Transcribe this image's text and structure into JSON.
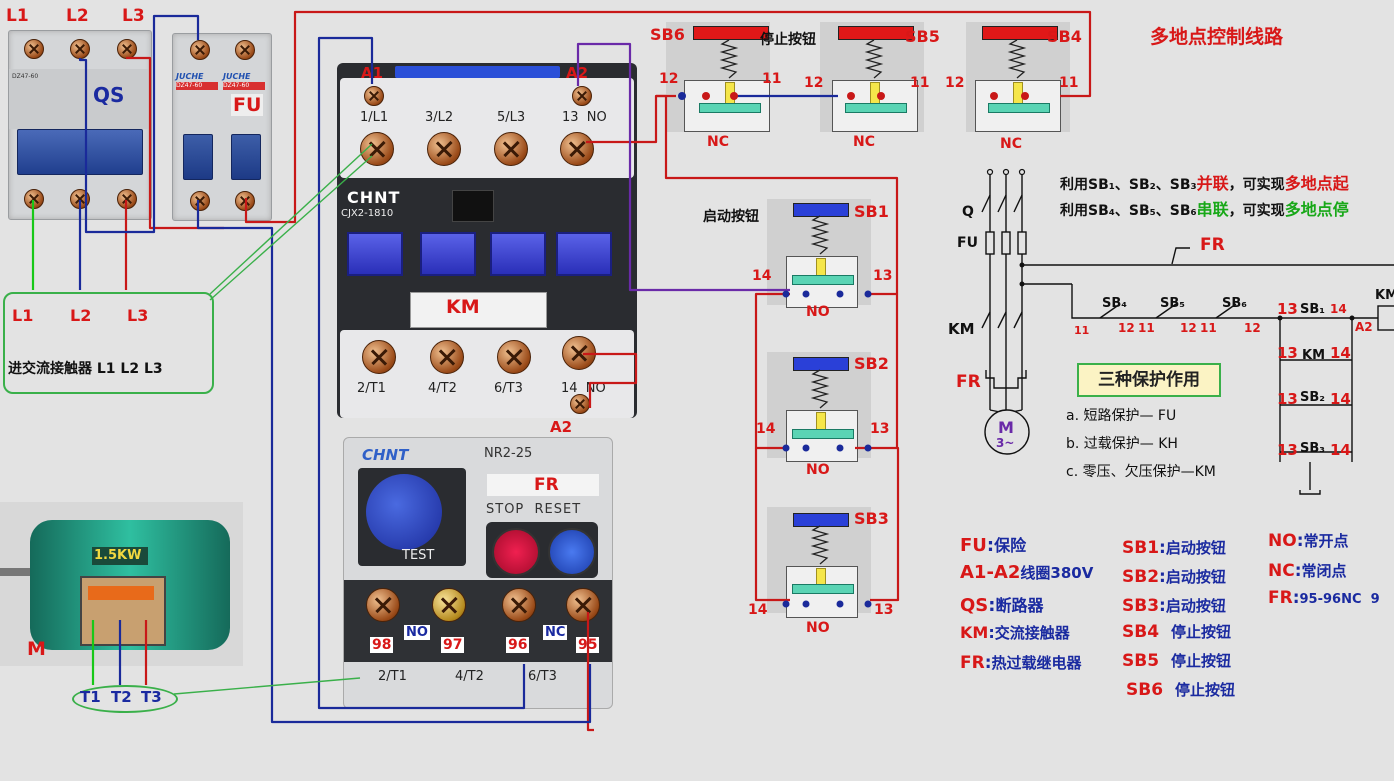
{
  "title": "多地点控制线路",
  "supply": {
    "l1": "L1",
    "l2": "L2",
    "l3": "L3"
  },
  "breaker_qs": {
    "label": "QS",
    "model_text": "DZ47-60"
  },
  "breaker_fu": {
    "label": "FU",
    "brand": "JUCHE",
    "model": "DZ47-60"
  },
  "contactor": {
    "brand": "CHNT",
    "model": "CJX2-1810",
    "label": "KM",
    "a1": "A1",
    "a2": "A2",
    "a2_lower": "A2",
    "top_terms": [
      "1/L1",
      "3/L2",
      "5/L3",
      "13  NO"
    ],
    "bottom_terms": [
      "2/T1",
      "4/T2",
      "6/T3",
      "14  NO"
    ]
  },
  "relay": {
    "brand": "CHNT",
    "model": "NR2-25",
    "label": "FR",
    "stop_reset": "STOP  RESET",
    "test": "TEST",
    "terms": [
      "98",
      "97",
      "96",
      "95"
    ],
    "no": "NO",
    "nc": "NC",
    "bottom_terms": [
      "2/T1",
      "4/T2",
      "6/T3"
    ]
  },
  "stop_buttons": [
    {
      "name": "SB6",
      "caption": "停止按钮",
      "left": "12",
      "right": "11",
      "type": "NC"
    },
    {
      "name": "SB5",
      "caption": "",
      "left": "12",
      "right": "11",
      "type": "NC"
    },
    {
      "name": "SB4",
      "caption": "",
      "left": "12",
      "right": "11",
      "type": "NC"
    }
  ],
  "start_caption": "启动按钮",
  "start_buttons": [
    {
      "name": "SB1",
      "left": "14",
      "right": "13",
      "type": "NO"
    },
    {
      "name": "SB2",
      "left": "14",
      "right": "13",
      "type": "NO"
    },
    {
      "name": "SB3",
      "left": "14",
      "right": "13",
      "type": "NO"
    }
  ],
  "green_box_text": "进交流接触器 L1 L2 L3",
  "motor": {
    "power": "1.5KW",
    "label": "M",
    "t1": "T1",
    "t2": "T2",
    "t3": "T3"
  },
  "notes": {
    "line1_a": "利用SB₁、SB₂、SB₃",
    "line1_b": "并联",
    "line1_c": "，可实现",
    "line1_d": "多地点起",
    "line2_a": "利用SB₄、SB₅、SB₆",
    "line2_b": "串联",
    "line2_c": "，可实现",
    "line2_d": "多地点停"
  },
  "schematic": {
    "q": "Q",
    "fu": "FU",
    "km": "KM",
    "fr": "FR",
    "fr_top": "FR",
    "motor_m": "M",
    "motor_3": "3~",
    "sb4": "SB₄",
    "sb5": "SB₅",
    "sb6": "SB₆",
    "n11a": "11",
    "n12a": "12",
    "n11b": "11",
    "n12b": "12",
    "n11c": "11",
    "n12c": "12",
    "r13a": "13",
    "sb1": "SB₁",
    "r14a": "14",
    "a2": "A2",
    "kmright": "KM",
    "r13b": "13",
    "kmc": "KM",
    "r14b": "14",
    "r13c": "13",
    "sb2": "SB₂",
    "r14c": "14",
    "r13d": "13",
    "sb3": "SB₃",
    "r14d": "14"
  },
  "protection": {
    "title": "三种保护作用",
    "a": "a. 短路保护— FU",
    "b": "b. 过载保护— KH",
    "c": "c. 零压、欠压保护—KM"
  },
  "legend": {
    "col1": [
      {
        "key": "FU",
        "sep": ":",
        "desc": "保险"
      },
      {
        "key": "A1-A2",
        "sep": "",
        "desc": "线圈380V"
      },
      {
        "key": "QS",
        "sep": ":",
        "desc": "断路器"
      },
      {
        "key": "KM",
        "sep": ":",
        "desc": "交流接触器"
      },
      {
        "key": "FR",
        "sep": ":",
        "desc": "热过载继电器"
      }
    ],
    "col2": [
      {
        "key": "SB1",
        "sep": ":",
        "desc": "启动按钮"
      },
      {
        "key": "SB2",
        "sep": ":",
        "desc": "启动按钮"
      },
      {
        "key": "SB3",
        "sep": ":",
        "desc": "启动按钮"
      },
      {
        "key": "SB4",
        "sep": "",
        "desc": "停止按钮"
      },
      {
        "key": "SB5",
        "sep": "",
        "desc": "停止按钮"
      },
      {
        "key": "SB6",
        "sep": "",
        "desc": "停止按钮"
      }
    ],
    "col3": [
      {
        "key": "NO",
        "sep": ":",
        "desc": "常开点"
      },
      {
        "key": "NC",
        "sep": ":",
        "desc": "常闭点"
      },
      {
        "key": "FR",
        "sep": ":",
        "desc": "95-96NC  9"
      }
    ]
  },
  "colors": {
    "red_wire": "#c81818",
    "blue_wire": "#1a2a9a",
    "green_wire": "#18c818",
    "purple_wire": "#6a2aa8",
    "label_red": "#d81818"
  }
}
